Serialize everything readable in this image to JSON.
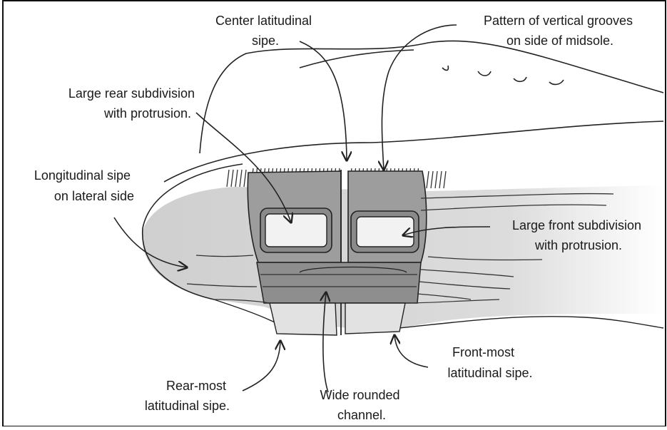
{
  "labels": {
    "center_sipe": [
      "Center latitudinal",
      "sipe."
    ],
    "vertical_grooves": [
      "Pattern of vertical grooves",
      "on side of midsole."
    ],
    "rear_subdivision": [
      "Large rear subdivision",
      "with protrusion."
    ],
    "longitudinal_sipe": [
      "Longitudinal sipe",
      "on lateral side"
    ],
    "front_subdivision": [
      "Large front subdivision",
      "with protrusion."
    ],
    "rear_most_sipe": [
      "Rear-most",
      "latitudinal sipe."
    ],
    "wide_channel": [
      "Wide rounded",
      "channel."
    ],
    "front_most_sipe": [
      "Front-most",
      "latitudinal sipe."
    ]
  },
  "colors": {
    "line": "#222222",
    "sole_light": "#d4d4d4",
    "pad_mid": "#a8a8a8",
    "pad_dark": "#7a7a7a",
    "frame": "#111111"
  }
}
